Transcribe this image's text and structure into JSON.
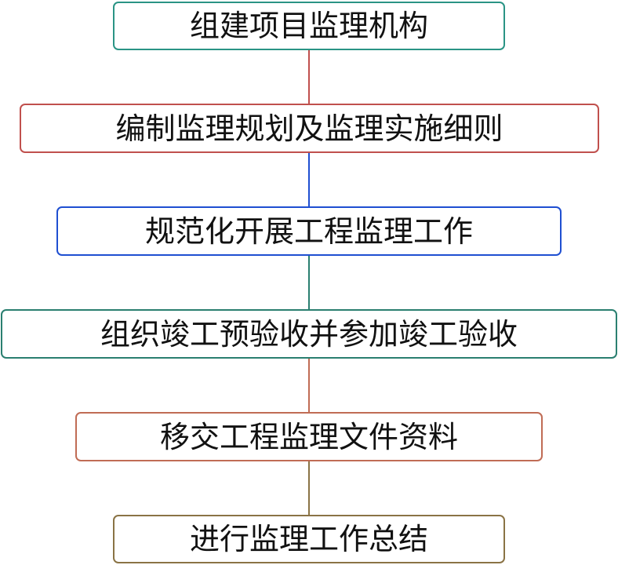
{
  "flowchart": {
    "steps": [
      {
        "label": "组建项目监理机构",
        "border_color": "#2a9485"
      },
      {
        "label": "编制监理规划及监理实施细则",
        "border_color": "#c0504d"
      },
      {
        "label": "规范化开展工程监理工作",
        "border_color": "#1f4fd1"
      },
      {
        "label": "组织竣工预验收并参加竣工验收",
        "border_color": "#2a7f70"
      },
      {
        "label": "移交工程监理文件资料",
        "border_color": "#c06c55"
      },
      {
        "label": "进行监理工作总结",
        "border_color": "#8a7345"
      }
    ],
    "connectors": [
      {
        "color": "#c0504d"
      },
      {
        "color": "#1f4fd1"
      },
      {
        "color": "#2a7f70"
      },
      {
        "color": "#c06c55"
      },
      {
        "color": "#8a7345"
      }
    ]
  }
}
